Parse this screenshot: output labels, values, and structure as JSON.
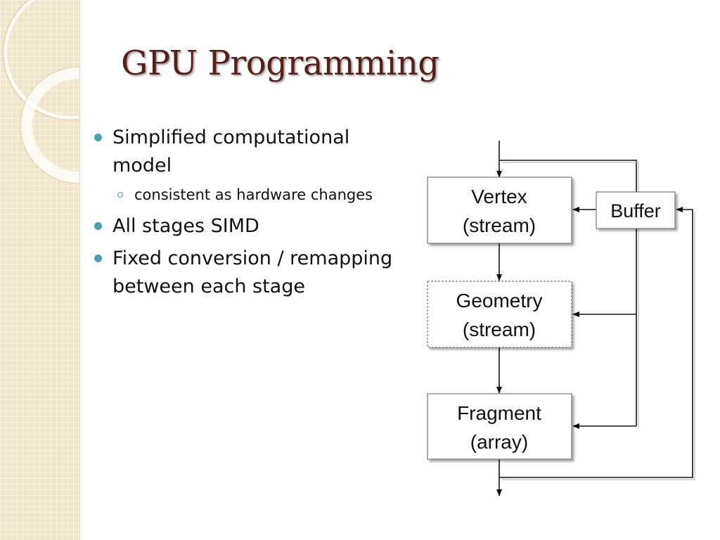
{
  "slide": {
    "title": "GPU Programming",
    "bullets": [
      {
        "text": "Simplified computational model",
        "sub": [
          "consistent as hardware changes"
        ]
      },
      {
        "text": "All stages SIMD",
        "sub": []
      },
      {
        "text": "Fixed conversion / remapping between each stage",
        "sub": []
      }
    ]
  },
  "diagram": {
    "stages": [
      {
        "name": "Vertex",
        "type": "(stream)",
        "style": "solid"
      },
      {
        "name": "Geometry",
        "type": "(stream)",
        "style": "dashed"
      },
      {
        "name": "Fragment",
        "type": "(array)",
        "style": "solid"
      }
    ],
    "buffer": "Buffer"
  },
  "colors": {
    "title": "#5a1f16",
    "bullet": "#4a9db5",
    "panel": "#f1e6c4"
  }
}
